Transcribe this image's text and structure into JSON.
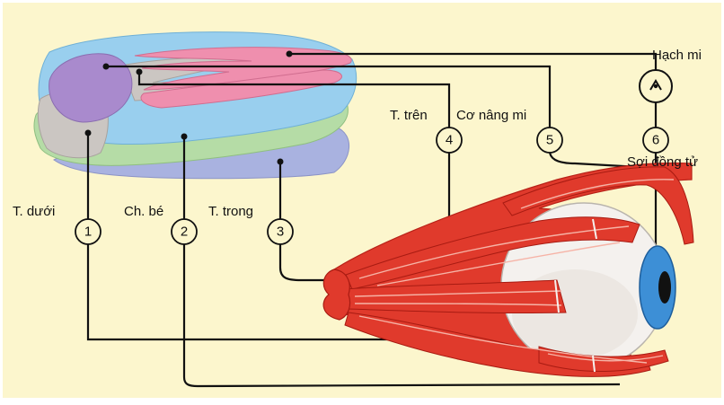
{
  "colors": {
    "background": "#fcf6cd",
    "nerve_line": "#111111",
    "muscle": "#e03a2c",
    "muscle_stripe": "#f6b3a6",
    "eyeball": "#f4f1ee",
    "iris": "#3d8fd6",
    "nucleus_purple": "#a98acd",
    "nucleus_blue": "#99cfee",
    "nucleus_green": "#b5dca6",
    "nucleus_gray": "#cbc6c2",
    "nucleus_pink": "#ef8fae",
    "nucleus_lavender": "#a9b2e0"
  },
  "labels": {
    "hach_mi": "Hạch mi",
    "t_tren": "T. trên",
    "co_nang_mi": "Cơ nâng mi",
    "soi_dong_tu": "Sợi đồng tử",
    "t_duoi": "T. dưới",
    "ch_be": "Ch. bé",
    "t_trong": "T. trong"
  },
  "numbers": [
    "1",
    "2",
    "3",
    "4",
    "5",
    "6"
  ]
}
